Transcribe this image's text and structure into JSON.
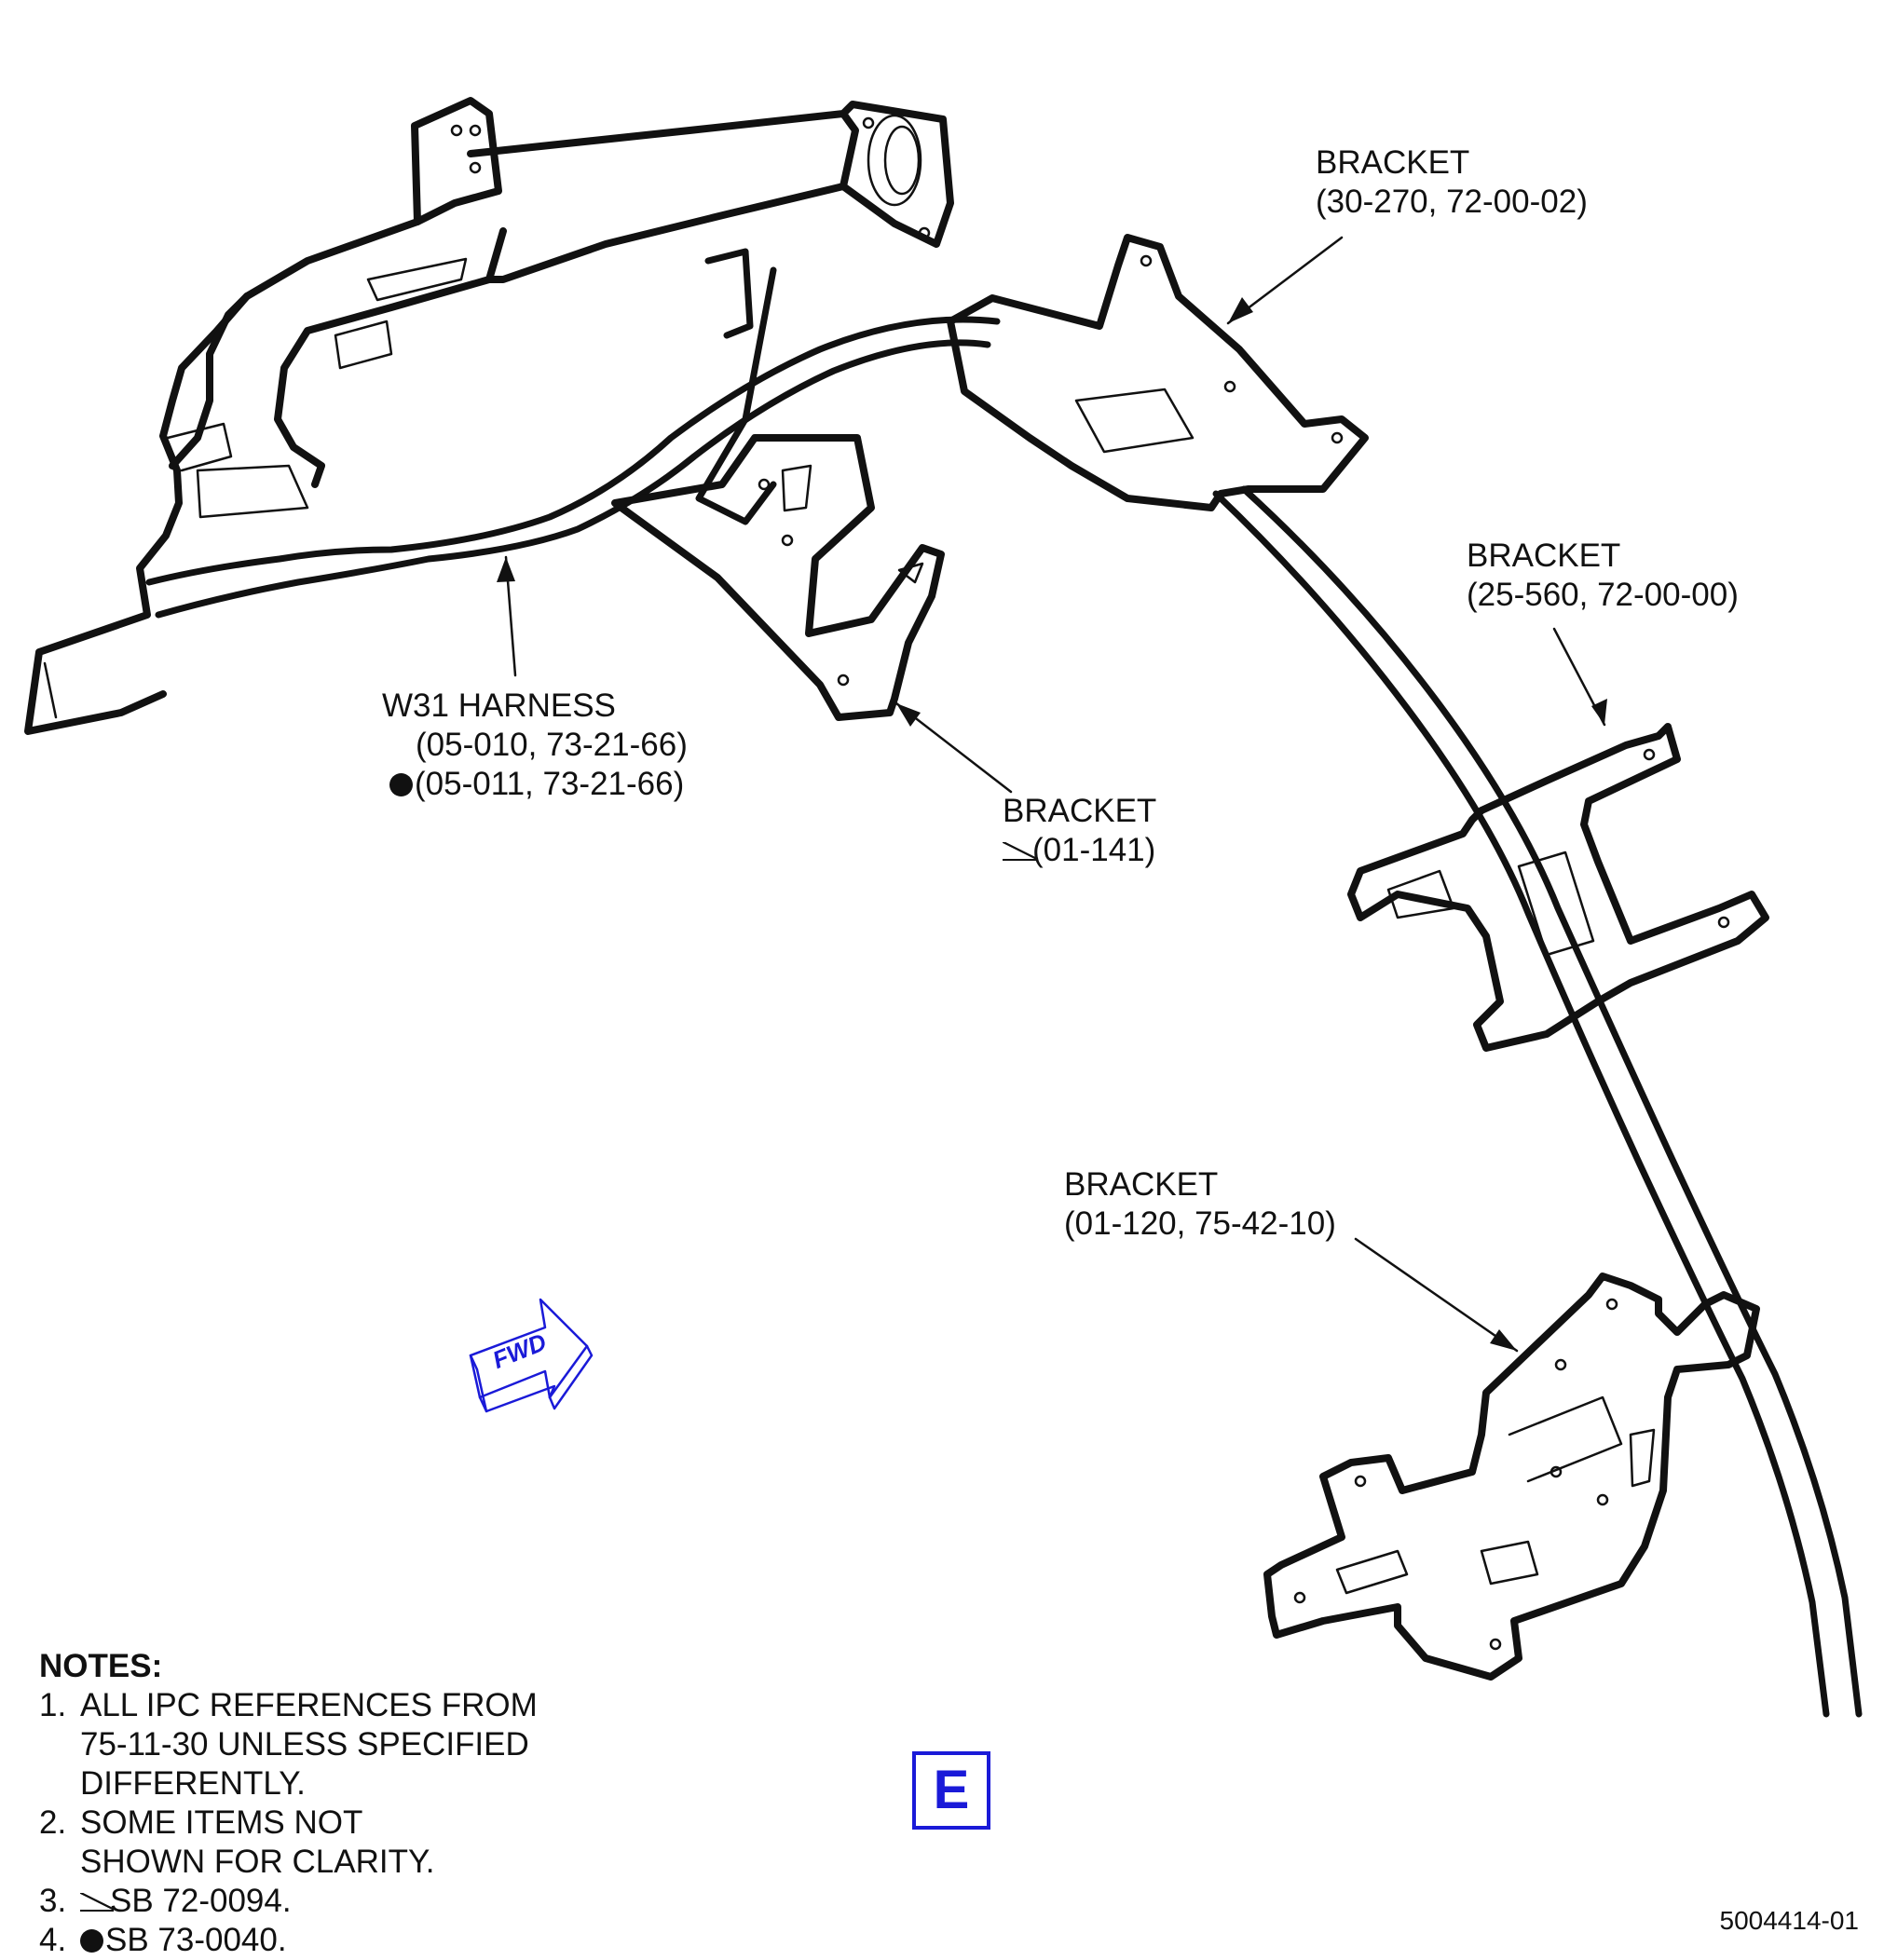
{
  "callouts": {
    "bracket_30_270": {
      "line1": "BRACKET",
      "line2": "(30-270, 72-00-02)"
    },
    "bracket_25_560": {
      "line1": "BRACKET",
      "line2": "(25-560, 72-00-00)"
    },
    "bracket_01_141": {
      "line1": "BRACKET",
      "line2": "(01-141)"
    },
    "bracket_01_120": {
      "line1": "BRACKET",
      "line2": "(01-120, 75-42-10)"
    },
    "harness": {
      "line1": "W31 HARNESS",
      "line2": "(05-010, 73-21-66)",
      "line3": "(05-011, 73-21-66)"
    }
  },
  "fwd_arrow": {
    "label": "FWD"
  },
  "view_label": "E",
  "figure_number": "5004414-01",
  "notes": {
    "title": "NOTES:",
    "items": [
      {
        "num": "1.",
        "lines": [
          "ALL IPC REFERENCES FROM",
          "75-11-30 UNLESS SPECIFIED",
          "DIFFERENTLY."
        ]
      },
      {
        "num": "2.",
        "lines": [
          "SOME ITEMS NOT",
          "SHOWN FOR CLARITY."
        ]
      },
      {
        "num": "3.",
        "text": "SB 72-0094."
      },
      {
        "num": "4.",
        "text": "SB 73-0040."
      }
    ]
  },
  "colors": {
    "line": "#111111",
    "accent": "#1a1ad8"
  }
}
